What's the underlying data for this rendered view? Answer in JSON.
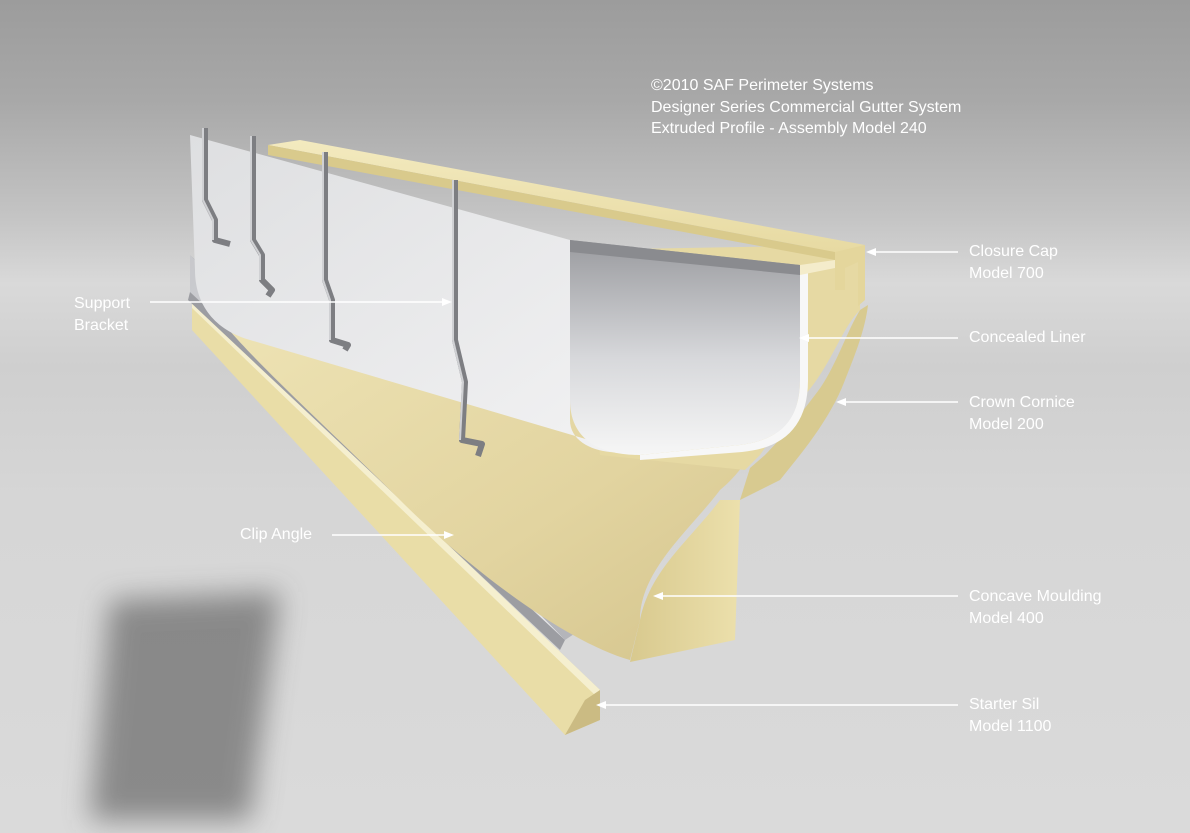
{
  "credits": [
    "©2010 SAF Perimeter Systems",
    "Designer Series Commercial Gutter System",
    "Extruded Profile - Assembly Model 240"
  ],
  "callouts": {
    "closure_cap": {
      "name": "Closure Cap",
      "model": "Model 700"
    },
    "concealed_liner": {
      "name": "Concealed Liner"
    },
    "crown_cornice": {
      "name": "Crown Cornice",
      "model": "Model 200"
    },
    "concave_moulding": {
      "name": "Concave Moulding",
      "model": "Model 400"
    },
    "starter_sil": {
      "name": "Starter Sil",
      "model": "Model 1100"
    },
    "support_bracket": {
      "line1": "Support",
      "line2": "Bracket"
    },
    "clip_angle": {
      "name": "Clip Angle"
    }
  },
  "colors": {
    "label_text": "#ffffff",
    "leader_line": "#ffffff",
    "moulding": "#ece1ae",
    "liner": "#e9e9ea",
    "background": "#d6d6d6"
  }
}
